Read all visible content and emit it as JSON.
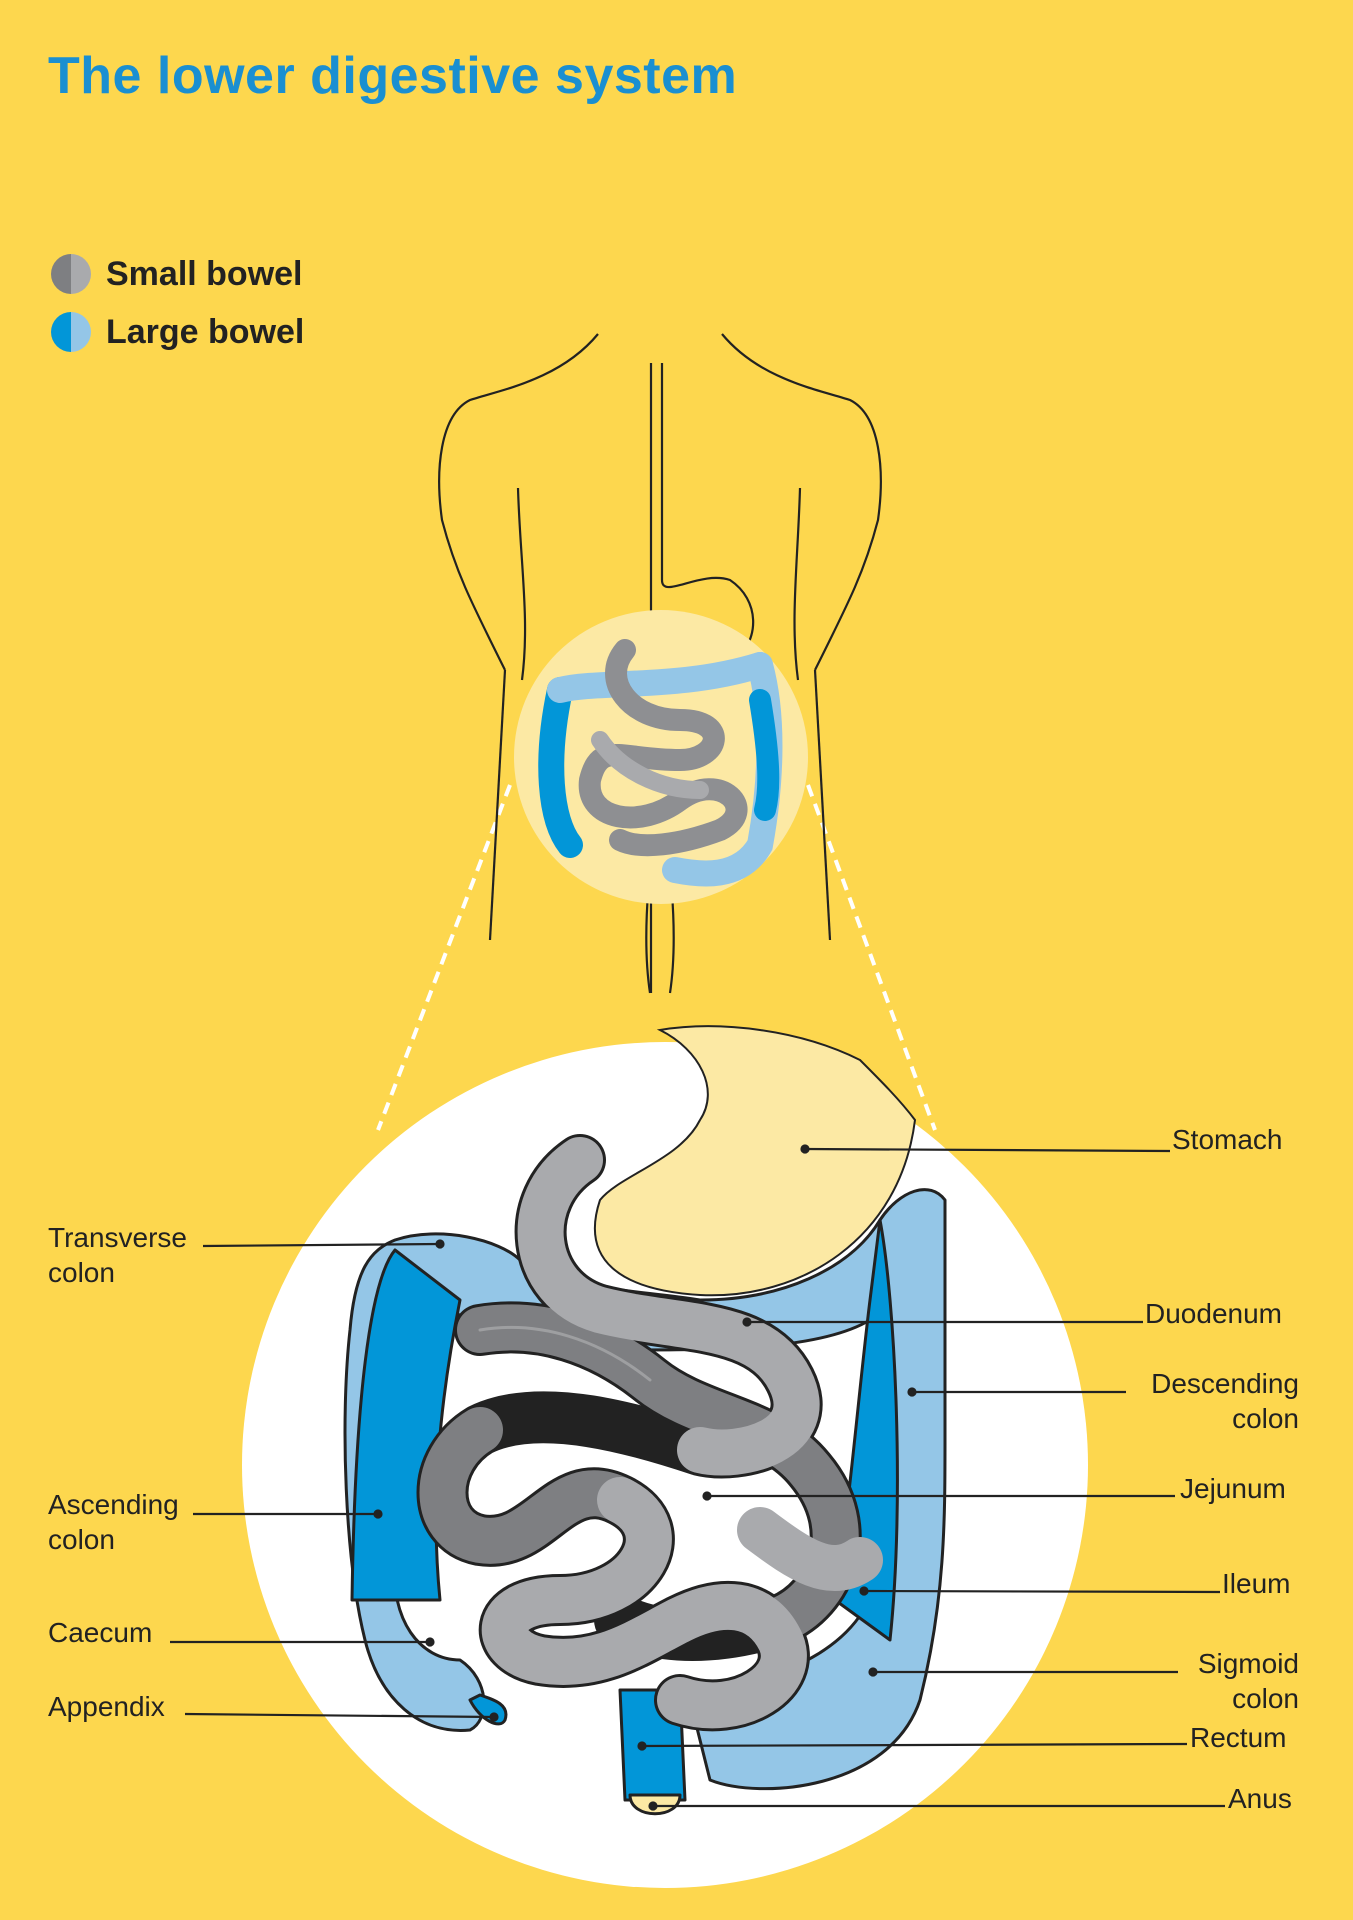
{
  "title": "The lower digestive system",
  "legend": [
    {
      "label": "Small bowel",
      "colors": [
        "#7E7F82",
        "#A9AAAD"
      ]
    },
    {
      "label": "Large bowel",
      "colors": [
        "#0296D8",
        "#94C6E7"
      ]
    }
  ],
  "labels": {
    "stomach": "Stomach",
    "transverse_colon": "Transverse\ncolon",
    "duodenum": "Duodenum",
    "descending_colon": "Descending\ncolon",
    "jejunum": "Jejunum",
    "ascending_colon": "Ascending\ncolon",
    "ileum": "Ileum",
    "caecum": "Caecum",
    "sigmoid_colon": "Sigmoid\ncolon",
    "appendix": "Appendix",
    "rectum": "Rectum",
    "anus": "Anus"
  },
  "colors": {
    "background": "#FDD74E",
    "title": "#1A8FD1",
    "small_bowel_dark": "#7E7F82",
    "small_bowel_light": "#A9AAAD",
    "large_bowel_dark": "#0296D8",
    "large_bowel_light": "#94C6E7",
    "stomach": "#FCE9A4",
    "zoom_circle": "#FFFFFF"
  }
}
